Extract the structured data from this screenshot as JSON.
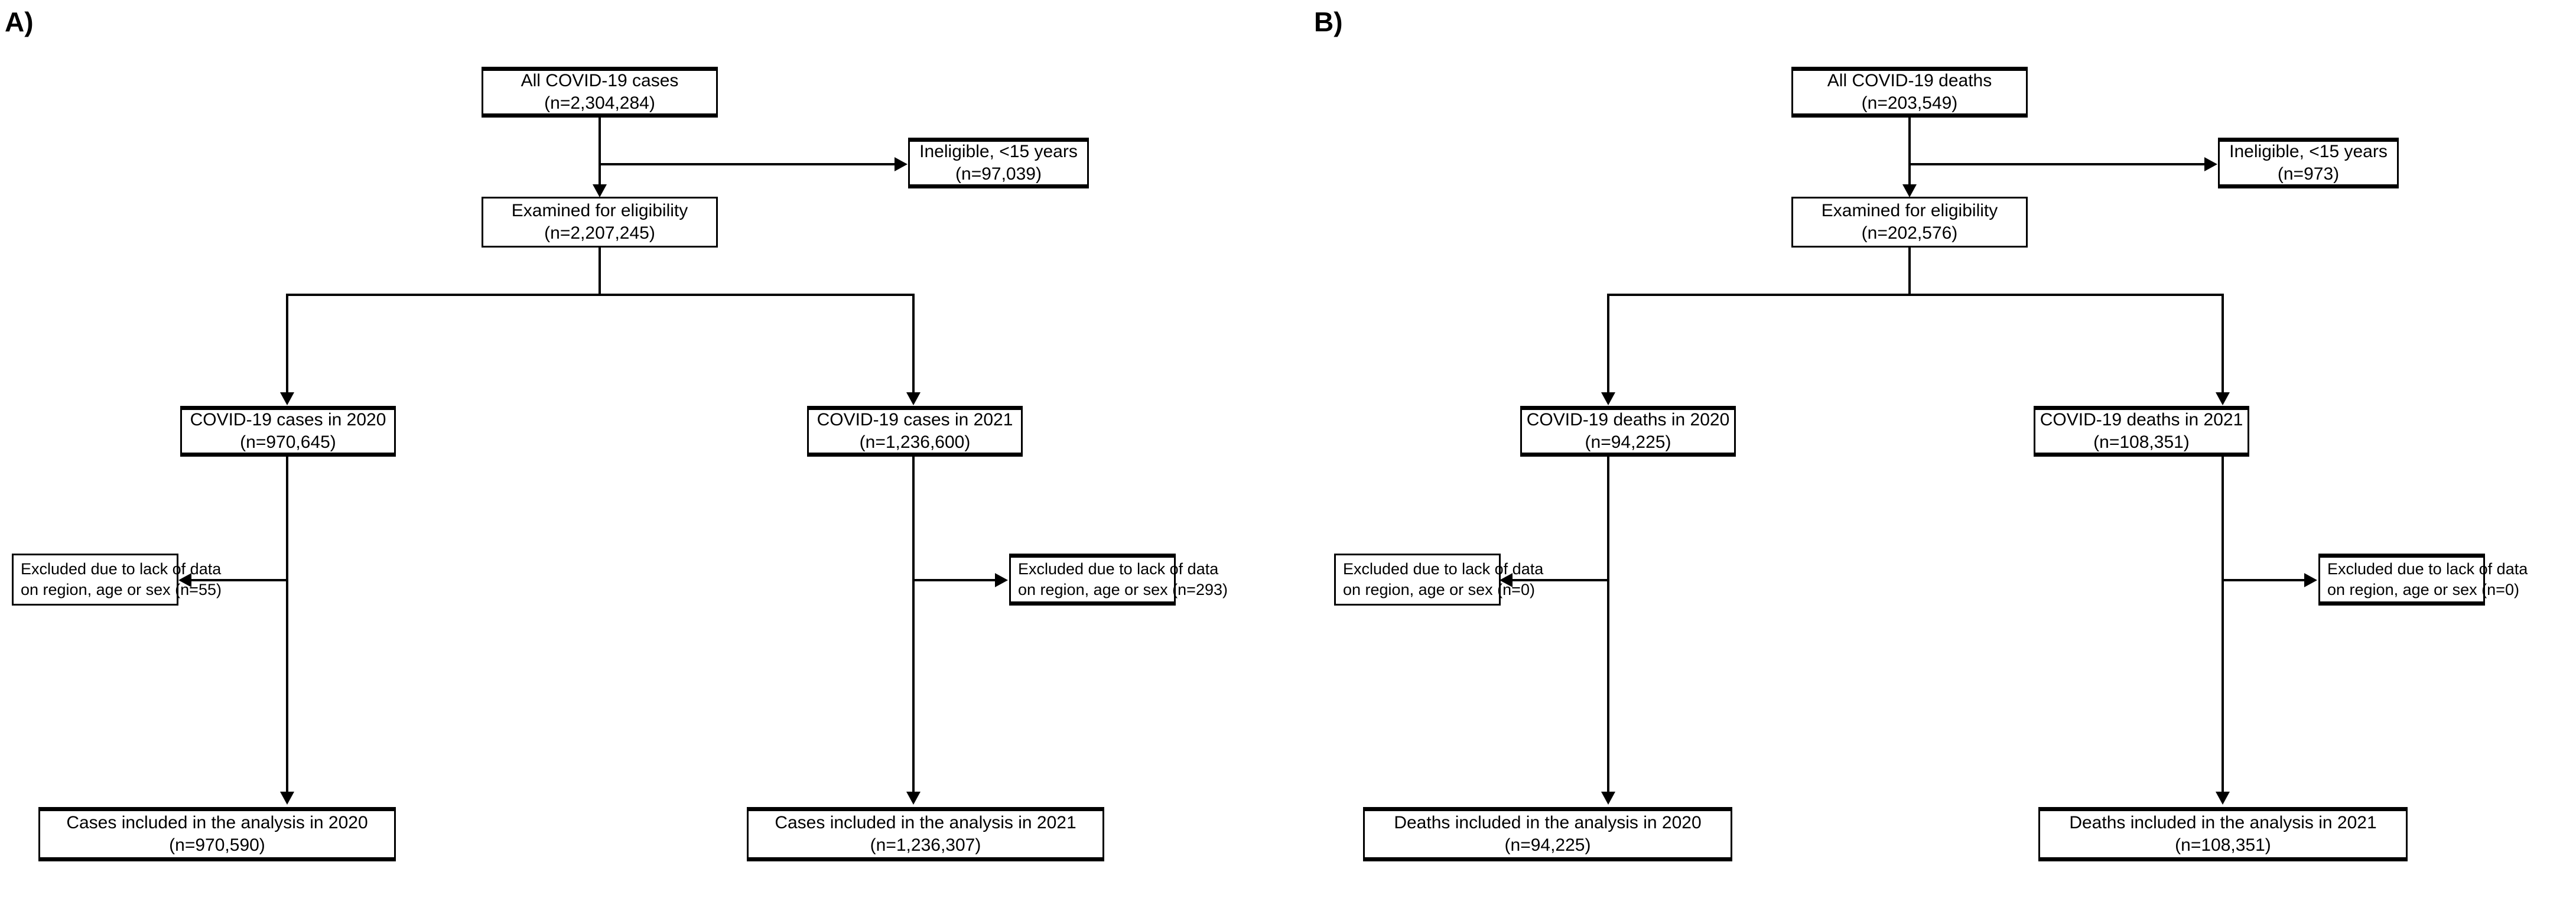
{
  "figure": {
    "type": "flowchart",
    "description": "Two-panel participant flow diagram (CONSORT style) for COVID-19 cases and deaths",
    "background_color": "#ffffff",
    "line_color": "#000000",
    "text_color": "#000000"
  },
  "panels": [
    {
      "letter": "A)",
      "subject": "cases",
      "nodes": {
        "source": {
          "line1": "All COVID-19 cases",
          "line2": "(n=2,304,284)"
        },
        "ineligible": {
          "line1": "Ineligible, <15 years",
          "line2": "(n=97,039)"
        },
        "examined": {
          "line1": "Examined for eligibility",
          "line2": "(n=2,207,245)"
        },
        "left_year": {
          "line1": "COVID-19 cases in 2020",
          "line2": "(n=970,645)"
        },
        "right_year": {
          "line1": "COVID-19 cases in 2021",
          "line2": "(n=1,236,600)"
        },
        "left_excluded": {
          "line1": "Excluded due to lack of data",
          "line2": "on region, age or sex (n=55)"
        },
        "right_excluded": {
          "line1": "Excluded due to lack of data",
          "line2": "on region, age or sex (n=293)"
        },
        "left_included": {
          "line1": "Cases included in the analysis in 2020",
          "line2": "(n=970,590)"
        },
        "right_included": {
          "line1": "Cases included in the analysis in 2021",
          "line2": "(n=1,236,307)"
        }
      }
    },
    {
      "letter": "B)",
      "subject": "deaths",
      "nodes": {
        "source": {
          "line1": "All COVID-19 deaths",
          "line2": "(n=203,549)"
        },
        "ineligible": {
          "line1": "Ineligible, <15 years",
          "line2": "(n=973)"
        },
        "examined": {
          "line1": "Examined for eligibility",
          "line2": "(n=202,576)"
        },
        "left_year": {
          "line1": "COVID-19 deaths in 2020",
          "line2": "(n=94,225)"
        },
        "right_year": {
          "line1": "COVID-19 deaths in 2021",
          "line2": "(n=108,351)"
        },
        "left_excluded": {
          "line1": "Excluded due to lack of data",
          "line2": "on region, age or sex (n=0)"
        },
        "right_excluded": {
          "line1": "Excluded due to lack of data",
          "line2": "on region, age or sex (n=0)"
        },
        "left_included": {
          "line1": "Deaths included in the analysis in 2020",
          "line2": "(n=94,225)"
        },
        "right_included": {
          "line1": "Deaths included in the analysis in 2021",
          "line2": "(n=108,351)"
        }
      }
    }
  ],
  "chart_data": {
    "type": "flow",
    "title": "",
    "panel_a_cases": {
      "all_cases": 2304284,
      "ineligible_under_15": 97039,
      "examined_for_eligibility": 2207245,
      "cases_2020": 970645,
      "cases_2021": 1236600,
      "excluded_2020": 55,
      "excluded_2021": 293,
      "included_2020": 970590,
      "included_2021": 1236307
    },
    "panel_b_deaths": {
      "all_deaths": 203549,
      "ineligible_under_15": 973,
      "examined_for_eligibility": 202576,
      "deaths_2020": 94225,
      "deaths_2021": 108351,
      "excluded_2020": 0,
      "excluded_2021": 0,
      "included_2020": 94225,
      "included_2021": 108351
    }
  }
}
